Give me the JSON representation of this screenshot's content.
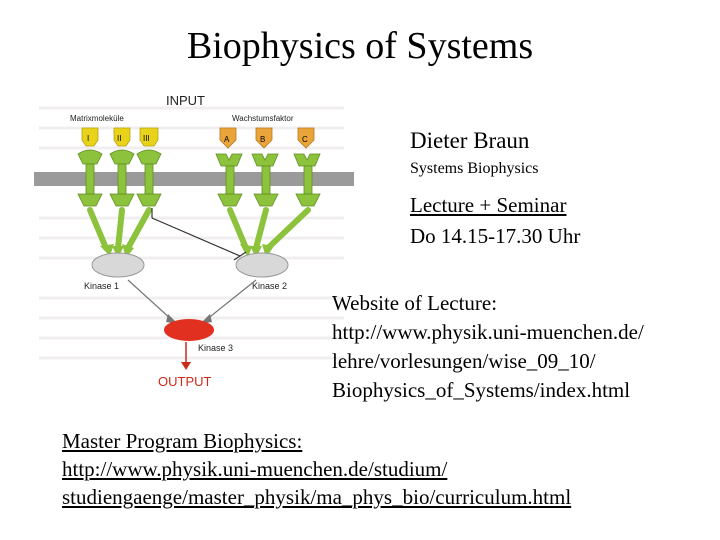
{
  "title": "Biophysics of Systems",
  "figure": {
    "input_label": "INPUT",
    "matrix_label": "Matrixmoleküle",
    "growth_label": "Wachstumsfaktor",
    "receptor_labels": [
      "I",
      "II",
      "III"
    ],
    "factor_labels": [
      "A",
      "B",
      "C"
    ],
    "kinase1": "Kinase 1",
    "kinase2": "Kinase 2",
    "kinase3": "Kinase 3",
    "output_label": "OUTPUT",
    "colors": {
      "yellow": "#e8d21a",
      "green": "#8cc23c",
      "membrane": "#9a9a9a",
      "orange": "#e9a43a",
      "red": "#e23020",
      "text_red": "#cc2a1a"
    }
  },
  "speaker": {
    "name": "Dieter Braun",
    "affiliation": "Systems Biophysics"
  },
  "schedule": {
    "title": "Lecture + Seminar",
    "time": "Do 14.15-17.30 Uhr"
  },
  "website": {
    "label": "Website of Lecture:",
    "url_lines": [
      "http://www.physik.uni-muenchen.de/",
      "lehre/vorlesungen/wise_09_10/",
      "Biophysics_of_Systems/index.html"
    ]
  },
  "master": {
    "label": "Master Program Biophysics:",
    "url_lines": [
      "http://www.physik.uni-muenchen.de/studium/",
      "studiengaenge/master_physik/ma_phys_bio/curriculum.html"
    ]
  }
}
